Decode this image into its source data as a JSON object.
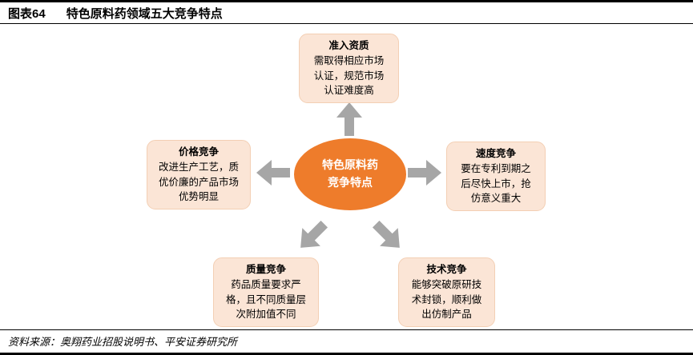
{
  "header": {
    "figure_label": "图表64",
    "title": "特色原料药领域五大竞争特点"
  },
  "diagram": {
    "center": {
      "line1": "特色原料药",
      "line2": "竞争特点"
    },
    "nodes": [
      {
        "id": "access-qualification",
        "title": "准入资质",
        "body": "需取得相应市场认证，规范市场认证难度高"
      },
      {
        "id": "price-competition",
        "title": "价格竞争",
        "body": "改进生产工艺，质优价廉的产品市场优势明显"
      },
      {
        "id": "speed-competition",
        "title": "速度竞争",
        "body": "要在专利到期之后尽快上市，抢仿意义重大"
      },
      {
        "id": "quality-competition",
        "title": "质量竞争",
        "body": "药品质量要求严格，且不同质量层次附加值不同"
      },
      {
        "id": "technology-competition",
        "title": "技术竞争",
        "body": "能够突破原研技术封锁，顺利做出仿制产品"
      }
    ],
    "colors": {
      "center_fill": "#EE7C2B",
      "node_fill": "#FBE5D6",
      "node_border": "#F3CFB4",
      "arrow": "#A6A6A6"
    }
  },
  "footer": {
    "source": "资料来源：奥翔药业招股说明书、平安证券研究所"
  }
}
